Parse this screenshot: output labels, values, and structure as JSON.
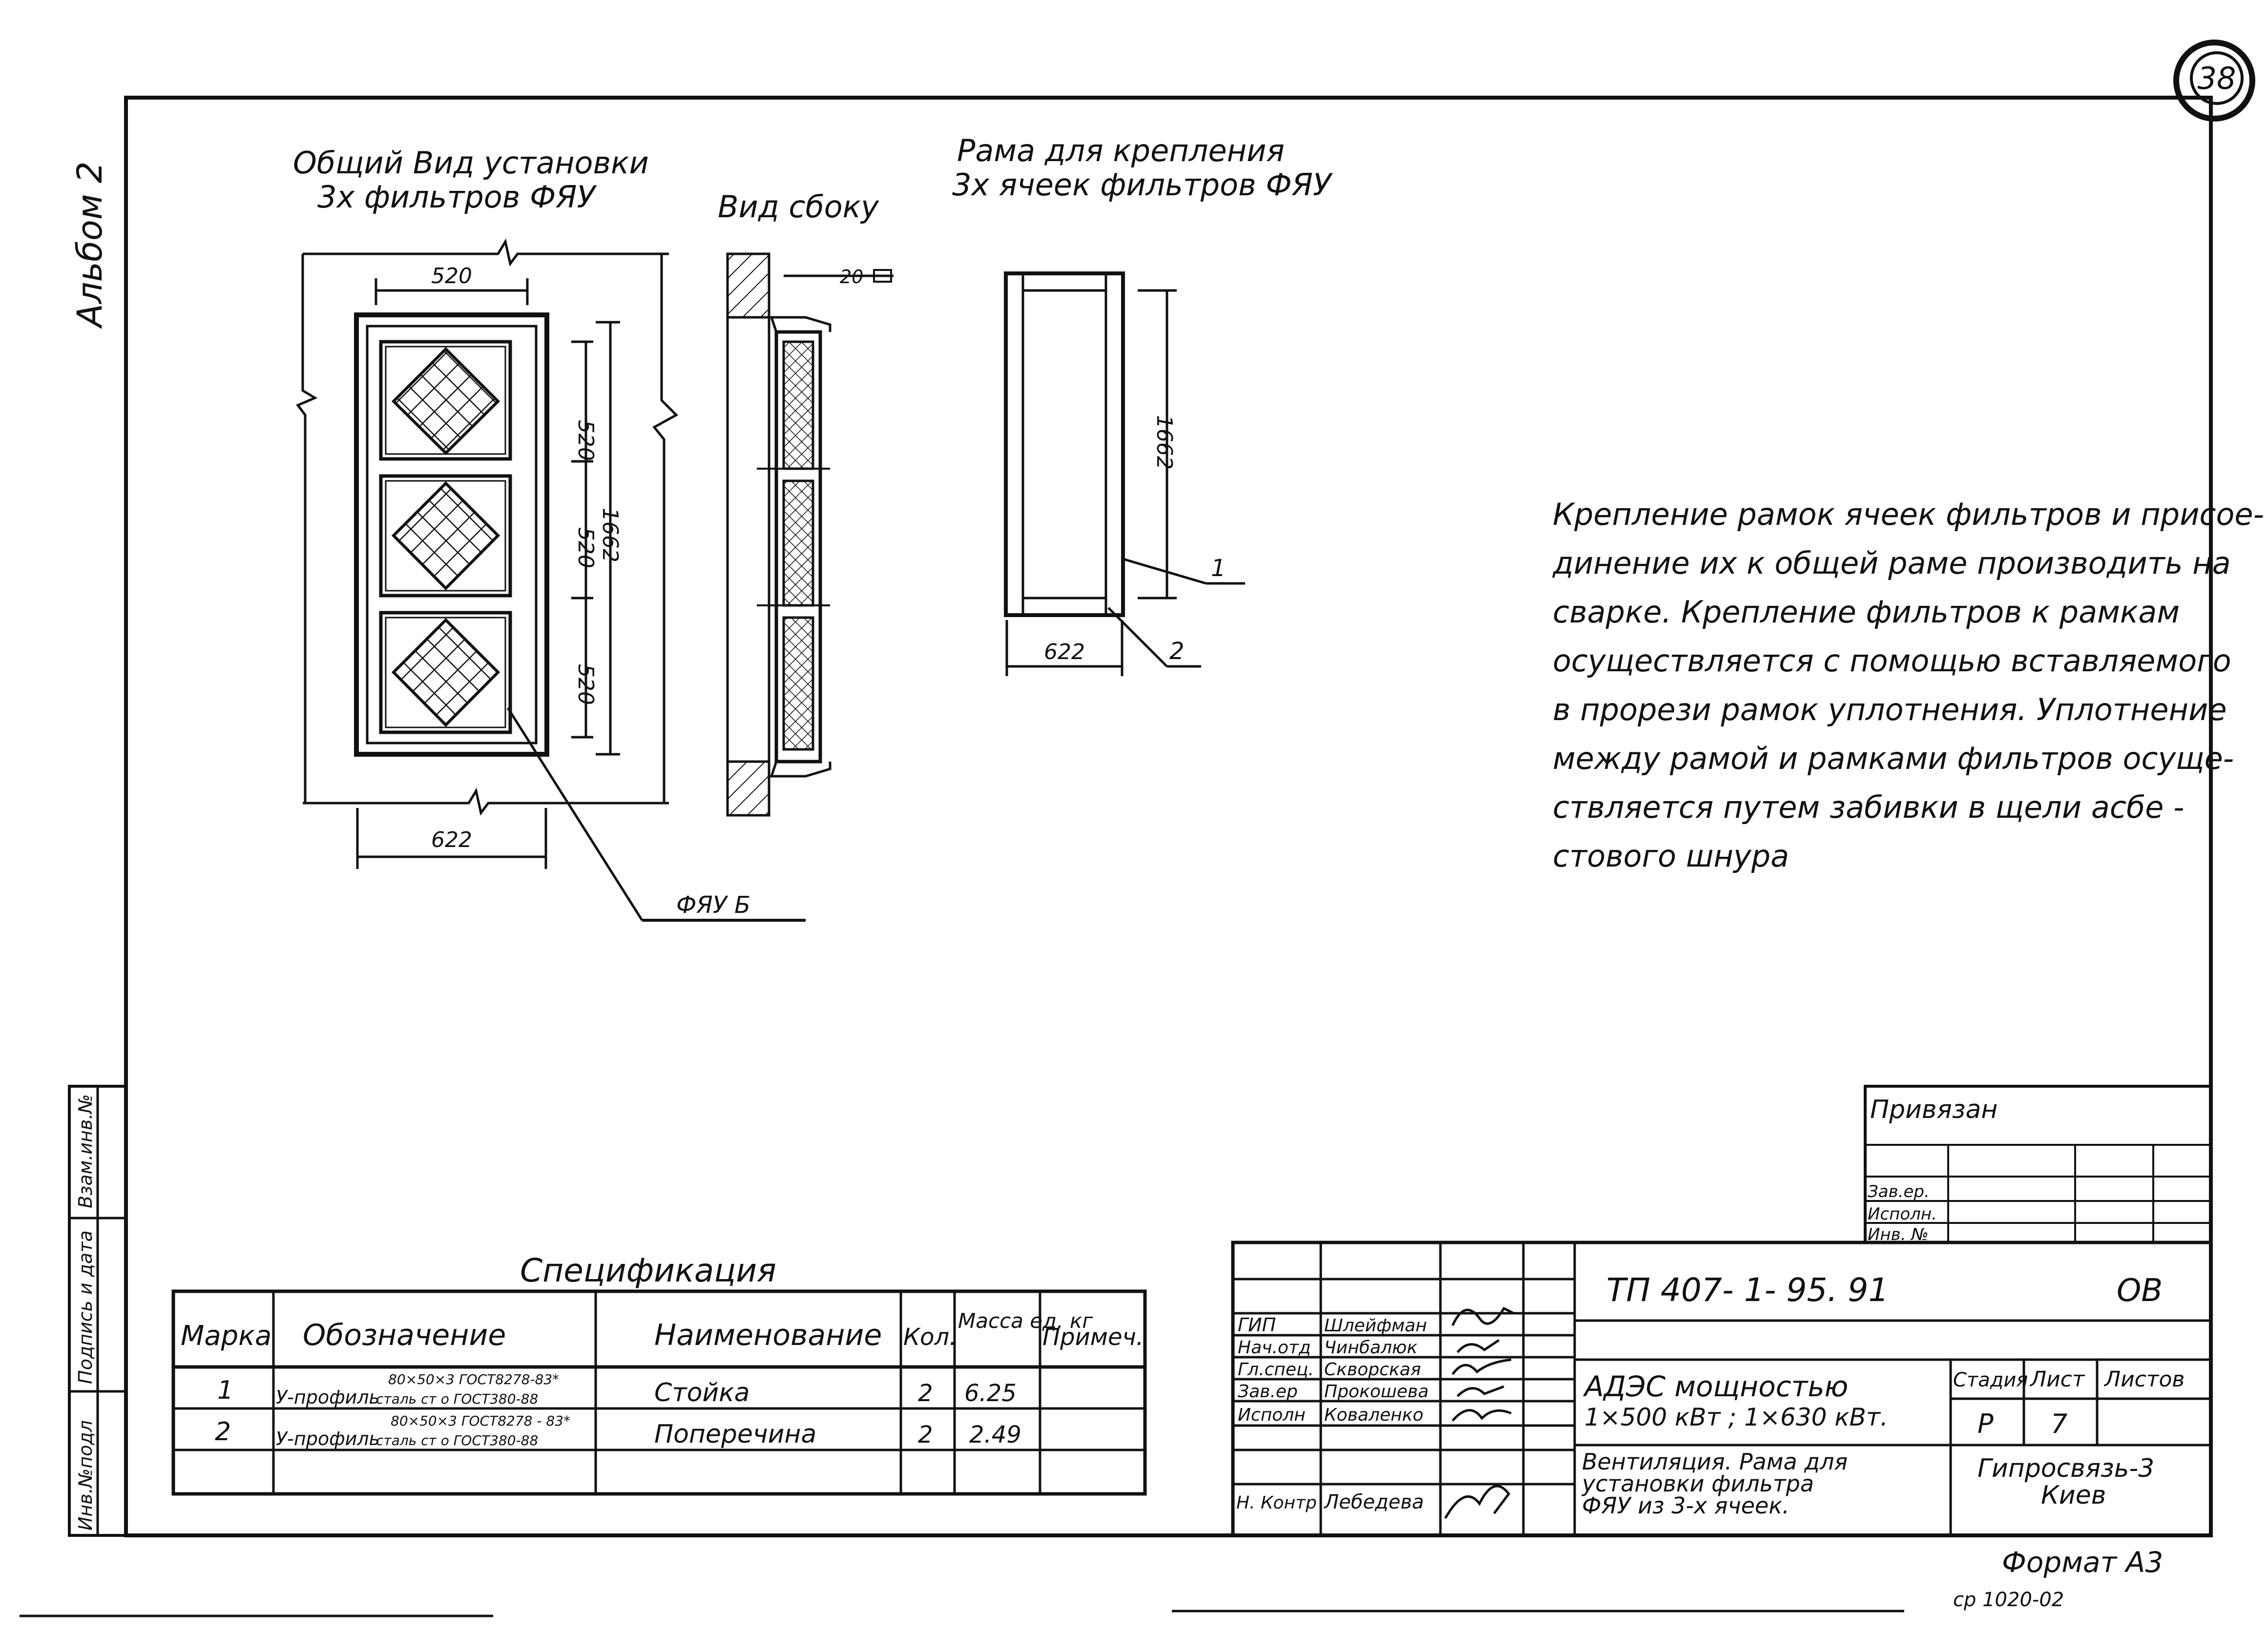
{
  "sheet_number": "38",
  "side_label": "Альбом 2",
  "view_titles": {
    "general_line1": "Общий Вид установки",
    "general_line2": "3х фильтров ФЯУ",
    "side": "Вид сбоку",
    "frame_line1": "Рама для крепления",
    "frame_line2": "3х ячеек фильтров ФЯУ"
  },
  "dimensions": {
    "width_top": "520",
    "cell_1": "520",
    "cell_2": "520",
    "cell_3": "520",
    "total_height": "1662",
    "bottom_width": "622",
    "frame_height": "1662",
    "frame_width": "622",
    "gap_side": "20",
    "callout_1": "1",
    "callout_2": "2",
    "filter_callout": "ФЯУ Б"
  },
  "notes_lines": [
    "Крепление рамок ячеек фильтров и присое-",
    "динение их к общей раме производить на",
    "сварке. Крепление фильтров к рамкам",
    "осуществляется с помощью вставляемого",
    "в прорези рамок уплотнения. Уплотнение",
    "между рамой и рамками фильтров осуще-",
    "ствляется путем забивки в щели асбе -",
    "стового шнура"
  ],
  "spec": {
    "title": "Спецификация",
    "headers": [
      "Марка",
      "Обозначение",
      "Наименование",
      "Кол.",
      "Масса ед, кг",
      "Примеч."
    ],
    "rows": [
      {
        "mark": "1",
        "desig_main": "У-профиль",
        "desig_top": "80×50×3 ГОСТ8278-83*",
        "desig_bottom": "сталь ст о ГОСТ380-88",
        "name": "Стойка",
        "qty": "2",
        "mass": "6.25",
        "note": ""
      },
      {
        "mark": "2",
        "desig_main": "У-профиль",
        "desig_top": "80×50×3 ГОСТ8278 - 83*",
        "desig_bottom": "сталь ст о ГОСТ380-88",
        "name": "Поперечина",
        "qty": "2",
        "mass": "2.49",
        "note": ""
      }
    ]
  },
  "privyazan": {
    "title": "Привязан",
    "rows": [
      "Зав.ер.",
      "Исполн.",
      "Инв. №"
    ]
  },
  "side_strip": [
    "Взам.инв.№",
    "Подпись и дата",
    "Инв.№подл"
  ],
  "title_block": {
    "code": "ТП 407- 1- 95. 91",
    "section": "ОВ",
    "signers": [
      {
        "role": "ГИП",
        "name": "Шлейфман"
      },
      {
        "role": "Нач.отд",
        "name": "Чинбалюк"
      },
      {
        "role": "Гл.спец.",
        "name": "Скворская"
      },
      {
        "role": "Зав.ер",
        "name": "Прокошева"
      },
      {
        "role": "Исполн",
        "name": "Коваленко"
      },
      {
        "role": "",
        "name": ""
      },
      {
        "role": "Н. Контр",
        "name": "Лебедева"
      }
    ],
    "object_line1": "АДЭС мощностью",
    "object_line2": "1×500 кВт ;  1×630 кВт.",
    "stage_header": "Стадия",
    "sheet_header": "Лист",
    "sheets_header": "Листов",
    "stage": "Р",
    "sheet": "7",
    "sheets": "",
    "drawing_line1": "Вентиляция. Рама для",
    "drawing_line2": "установки фильтра",
    "drawing_line3": "ФЯУ из 3-х ячеек.",
    "org_line1": "Гипросвязь-3",
    "org_line2": "Киев"
  },
  "format": "Формат А3",
  "footer_code": "ср 1020-02"
}
